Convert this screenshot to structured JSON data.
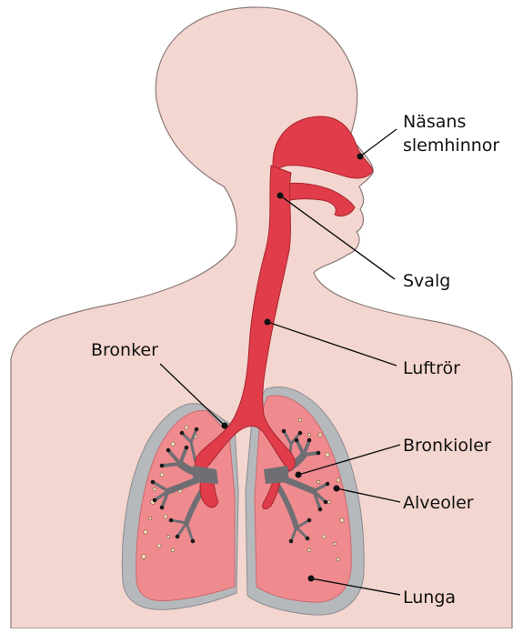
{
  "labels": {
    "nose": [
      "Näsans",
      "slemhinnor"
    ],
    "pharynx": "Svalg",
    "bronchi": "Bronker",
    "trachea": "Luftrör",
    "bronchioles": "Bronkioler",
    "alveoli": "Alveoler",
    "lung": "Lunga"
  },
  "colors": {
    "skin": "#f3d6cf",
    "outline": "#8a7a76",
    "airway": "#e03c4a",
    "lung": "#ef8a8e",
    "bronchiole": "#6f6f73",
    "pleura": "#a9acb0",
    "label_line": "#111111"
  }
}
